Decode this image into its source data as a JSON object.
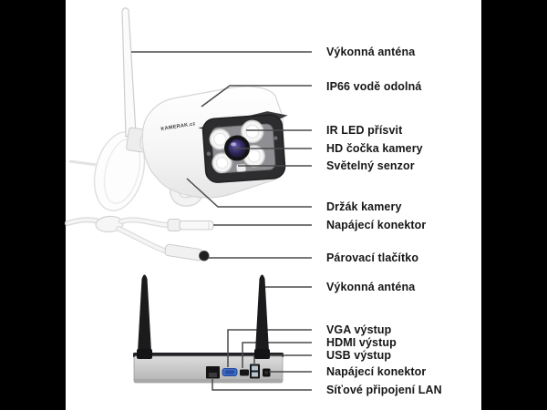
{
  "diagram": {
    "brand_text": "KAMERAK.cz",
    "camera": {
      "labels": [
        "Výkonná anténa",
        "IP66 vodě odolná",
        "IR LED přísvit",
        "HD čočka kamery",
        "Světelný senzor",
        "Držák kamery",
        "Napájecí konektor",
        "Párovací tlačítko"
      ]
    },
    "nvr": {
      "labels": [
        "Výkonná anténa",
        "VGA výstup",
        "HDMI výstup",
        "USB výstup",
        "Napájecí konektor",
        "Síťové připojení LAN"
      ]
    }
  },
  "colors": {
    "background_bars": "#000000",
    "canvas": "#ffffff",
    "callout_line": "#4a4a4a",
    "label_text": "#161616",
    "camera_bezel": "#2d2d2f",
    "camera_panel": "#8f8f93",
    "led_white": "#f5f5f5",
    "lens_iris": "#453a8a",
    "nvr_body": "#c9c9c9",
    "nvr_black": "#1b1b1d",
    "vga_port": "#3b6cc5",
    "usb_metal": "#b9c6cf"
  }
}
